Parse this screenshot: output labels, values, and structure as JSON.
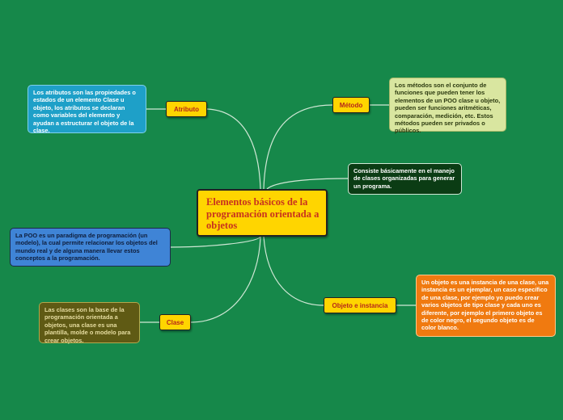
{
  "central": {
    "title": "Elementos básicos de la programación orientada a objetos"
  },
  "branches": {
    "atributo": {
      "label": "Atributo",
      "text": "Los atributos son las propiedades o estados de un elemento Clase u objeto, los atributos se declaran como variables del elemento y ayudan a estructurar el objeto de la clase.",
      "color": "#1ea0c8"
    },
    "metodo": {
      "label": "Método",
      "text": "Los métodos son el conjunto de funciones que pueden tener los elementos de un POO clase u objeto, pueden ser funciones aritméticas, comparación, medición, etc. Estos métodos pueden ser privados o públicos.",
      "color": "#d9e6a0"
    },
    "clase": {
      "label": "Clase",
      "text": "Las clases son la base de la programación orientada a objetos, una clase es una plantilla, molde o modelo para crear objetos.",
      "color": "#5f5a14"
    },
    "objeto": {
      "label": "Objeto e instancia",
      "text": "Un objeto es una instancia de una clase, una instancia es un ejemplar, un caso específico de una clase, por ejemplo yo puedo crear varios objetos de tipo clase y cada uno es diferente, por ejemplo el primero objeto es de color negro, el segundo objeto es de color blanco.",
      "color": "#f07a10"
    }
  },
  "notes": {
    "manejo": {
      "text": "Consiste básicamente en el manejo de clases organizadas para generar un programa.",
      "color": "#0b3c14"
    },
    "poo": {
      "text": "La POO es un paradigma de programación (un modelo), la cual permite relacionar los objetos del mundo real y de alguna manera llevar estos conceptos a la programación.",
      "color": "#3f84d6"
    }
  },
  "colors": {
    "background": "#16884a",
    "node_fill": "#ffd500",
    "connector": "#cfe7d5"
  }
}
